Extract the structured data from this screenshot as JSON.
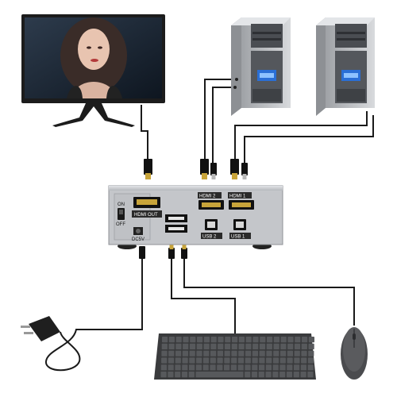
{
  "kvm_switch": {
    "on_label": "ON",
    "off_label": "OFF",
    "hdmi_out_label": "HDMI OUT",
    "dc_label": "DC5V",
    "hdmi_2_label": "HDMI 2",
    "hdmi_1_label": "HDMI 1",
    "usb_2_label": "USB 2",
    "usb_1_label": "USB 1"
  },
  "colors": {
    "cable": "#1a1a1a",
    "switch_body": "#c4c6ca",
    "switch_panel": "#bfc1c5",
    "pc_case": "#c9cbce",
    "pc_front": "#4a4d52",
    "pc_lcd": "#2a6fd6",
    "monitor_frame": "#1c1c1c",
    "keyboard": "#3a3b3d",
    "mouse": "#4a4b4e"
  },
  "icons": [
    "monitor-icon",
    "desktop-pc-icon",
    "kvm-switch-icon",
    "keyboard-icon",
    "mouse-icon",
    "power-adapter-icon"
  ]
}
